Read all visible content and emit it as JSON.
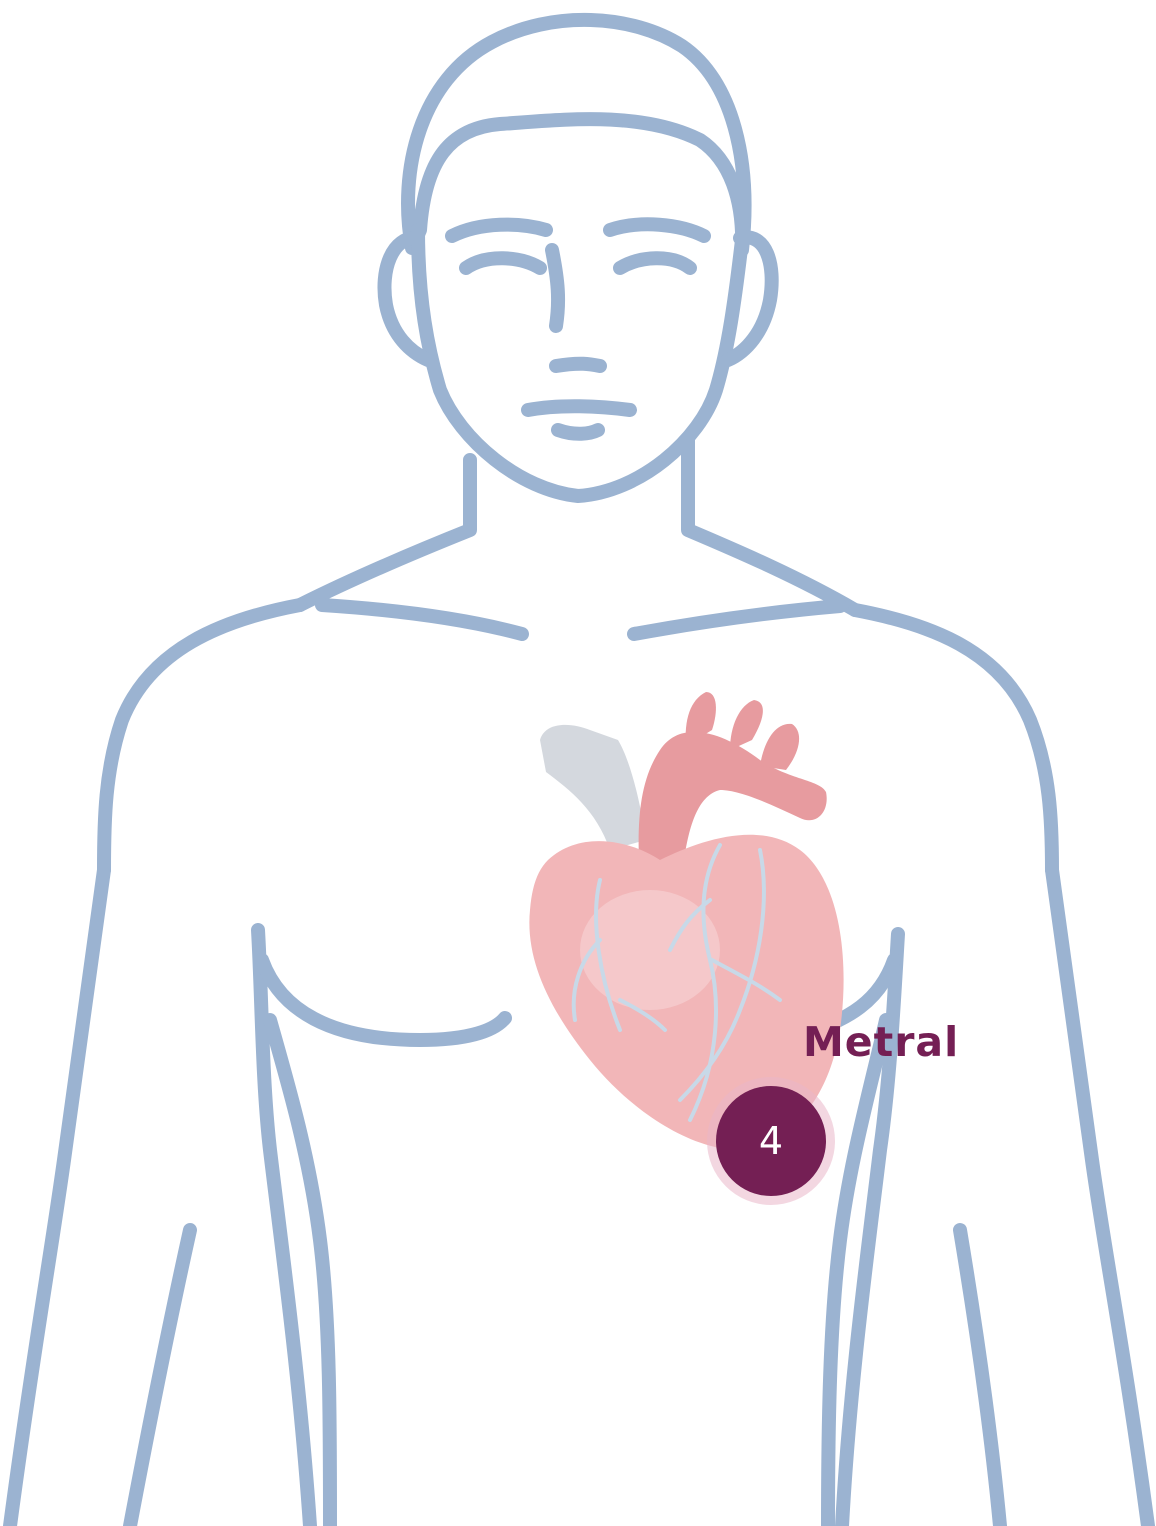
{
  "figure": {
    "subject": "torso-outline",
    "organ": "heart"
  },
  "auscultation_point": {
    "number": "4",
    "label": "Metral"
  },
  "colors": {
    "body_outline": "#9bb3d1",
    "heart_fill": "#f2b6b8",
    "heart_shade": "#e79b9f",
    "vein": "#c8d9e8",
    "vena_cava": "#d4d8de",
    "accent": "#741f54",
    "halo": "#e9b7c9",
    "badge_text": "#ffffff"
  }
}
